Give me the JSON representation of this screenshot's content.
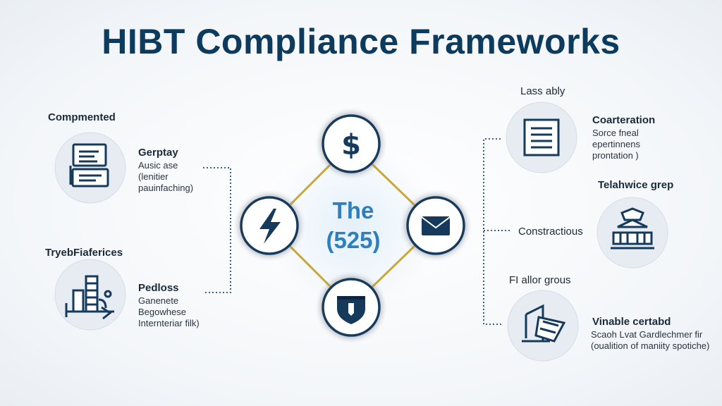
{
  "title": "HIBT Compliance Frameworks",
  "center": {
    "line1": "The",
    "line2": "(525)"
  },
  "left": [
    {
      "heading": "Compmented",
      "sub_title": "Gerptay",
      "sub_lines": [
        "Ausic ase",
        "(lenitier",
        "pauinfaching)"
      ],
      "icon": "document-stack-icon"
    },
    {
      "heading": "TryebFiaferices",
      "sub_title": "Pedloss",
      "sub_lines": [
        "Ganenete",
        "Begowhese",
        "Internteriar filk)"
      ],
      "icon": "building-chart-icon"
    }
  ],
  "right": [
    {
      "top_label": "Lass ably",
      "heading": "Coarteration",
      "lines": [
        "Sorce fneal",
        "epertinnens",
        "prontation )"
      ],
      "icon": "document-lines-icon"
    },
    {
      "top_label": "Telahwice grep",
      "side_label": "Constractious",
      "icon": "pavilion-icon"
    },
    {
      "top_label": "FI allor grous",
      "heading": "Vinable certabd",
      "lines": [
        "Scaoh Lvat Gardlechmer fir",
        "(oualition of maniity spotiche)"
      ],
      "icon": "crane-blueprint-icon"
    }
  ],
  "ring_icons": [
    "dollar-icon",
    "lightning-icon",
    "envelope-icon",
    "shield-icon"
  ],
  "colors": {
    "title": "#0d3b5e",
    "dark_navy": "#163a5c",
    "accent_blue": "#2d7fbf",
    "gold": "#c8a83a",
    "icon_circle_fill": "#e6ecf1"
  }
}
